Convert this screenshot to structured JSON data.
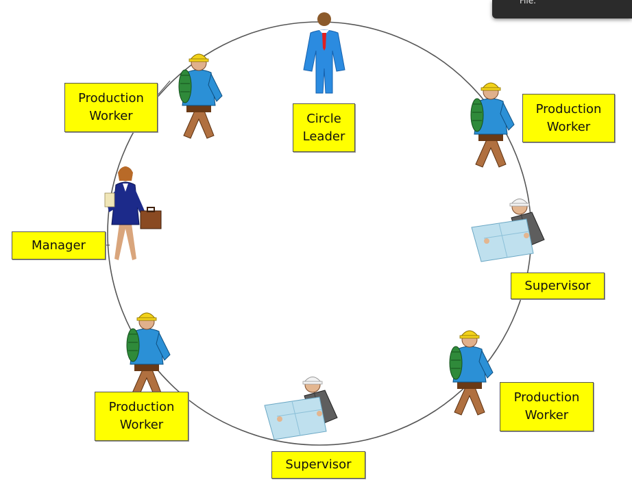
{
  "toast": {
    "text": "File."
  },
  "colors": {
    "label_fill": "#ffff00",
    "circle_stroke": "#555555",
    "suit_blue": "#2b8be0",
    "tie_red": "#e02020",
    "hard_hat": "#f2d21a",
    "worker_shirt": "#2b90d6",
    "rope_green": "#2f8a3a",
    "manager_suit": "#1c2a8a",
    "briefcase": "#8a4a22",
    "supervisor_jacket": "#6e6e6e",
    "blueprint": "#bfe0ee"
  },
  "diagram": {
    "members": [
      {
        "id": "circle-leader",
        "label": "Circle\nLeader",
        "figure": "leader-figure-icon"
      },
      {
        "id": "production-worker-top-right",
        "label": "Production\nWorker",
        "figure": "production-worker-icon"
      },
      {
        "id": "supervisor-right",
        "label": "Supervisor",
        "figure": "supervisor-icon"
      },
      {
        "id": "production-worker-bottom-right",
        "label": "Production\nWorker",
        "figure": "production-worker-icon"
      },
      {
        "id": "supervisor-bottom",
        "label": "Supervisor",
        "figure": "supervisor-icon"
      },
      {
        "id": "production-worker-bottom-left",
        "label": "Production\nWorker",
        "figure": "production-worker-icon"
      },
      {
        "id": "manager",
        "label": "Manager",
        "figure": "manager-icon"
      },
      {
        "id": "production-worker-top-left",
        "label": "Production\nWorker",
        "figure": "production-worker-icon"
      }
    ]
  }
}
